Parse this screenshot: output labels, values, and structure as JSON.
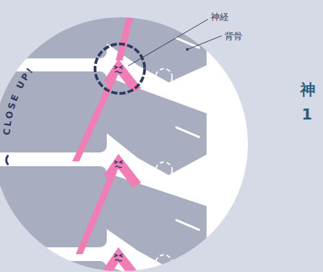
{
  "diagram": {
    "labels": [
      "CLOSE UP!",
      "神経",
      "背骨",
      "神",
      "1"
    ]
  }
}
